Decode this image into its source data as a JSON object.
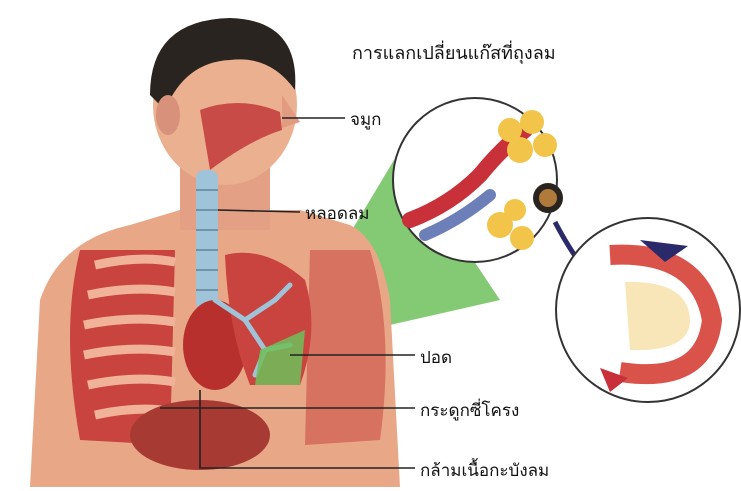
{
  "diagram": {
    "title": "การแลกเปลี่ยนแก๊สที่ถุงลม",
    "labels": {
      "nose": "จมูก",
      "trachea": "หลอดลม",
      "lung": "ปอด",
      "ribs": "กระดูกซี่โครง",
      "diaphragm": "กล้ามเนื้อกะบังลม"
    }
  },
  "colors": {
    "skin": "#e8a888",
    "muscle": "#d9534a",
    "hair": "#2a2420",
    "alveoli": "#f2c44a",
    "bronchi": "#9fc3d8",
    "highlight": "#6fbf5a",
    "artery": "#c8303a",
    "vein": "#6d7fb8"
  }
}
